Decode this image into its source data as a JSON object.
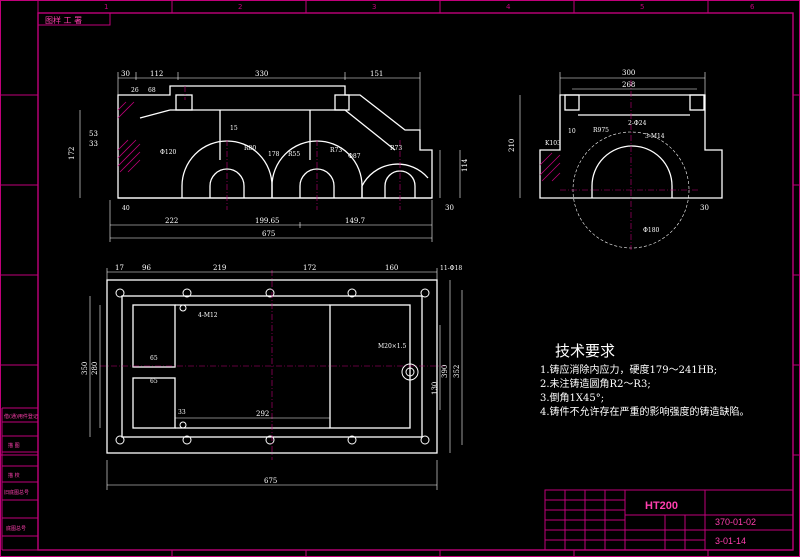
{
  "sheet": {
    "corner_stamp": "图样 工 署",
    "zone_numbers_top": [
      "1",
      "2",
      "3",
      "4",
      "5",
      "6"
    ],
    "side_labels": [
      "借(通)用件登记",
      "描 图",
      "描 校",
      "旧底图总号",
      "底图总号"
    ]
  },
  "front_view": {
    "dims_top": [
      "30",
      "112",
      "330",
      "151"
    ],
    "dims_left": [
      "172",
      "53",
      "33"
    ],
    "dims_bottom": [
      "222",
      "199.65",
      "149.7",
      "675"
    ],
    "dims_right": [
      "114",
      "30"
    ],
    "notes": [
      "R80",
      "Φ120",
      "R55",
      "R73",
      "Φ87",
      "R73",
      "178",
      "15",
      "68",
      "26",
      "40"
    ]
  },
  "side_view": {
    "dims": [
      "300",
      "268",
      "210",
      "30"
    ],
    "notes": [
      "R975",
      "2-Φ24",
      "3-M14",
      "K103",
      "10",
      "Φ180"
    ]
  },
  "plan_view": {
    "dims_top": [
      "17",
      "96",
      "219",
      "172",
      "160",
      "11-Φ18"
    ],
    "dims_left": [
      "350",
      "280"
    ],
    "dims_mid": [
      "65",
      "65",
      "33",
      "292"
    ],
    "dims_right": [
      "130",
      "352",
      "390"
    ],
    "dims_bottom": [
      "675"
    ],
    "notes": [
      "4-M12",
      "M20×1.5"
    ]
  },
  "technical_requirements": {
    "title": "技术要求",
    "items": [
      "1.铸应消除内应力，硬度179～241HB;",
      "2.未注铸造圆角R2～R3;",
      "3.倒角1X45°;",
      "4.铸件不允许存在严重的影响强度的铸造缺陷。"
    ]
  },
  "title_block": {
    "material": "HT200",
    "drawing_number": "370-01-02",
    "sheet_ref": "3-01-14"
  }
}
